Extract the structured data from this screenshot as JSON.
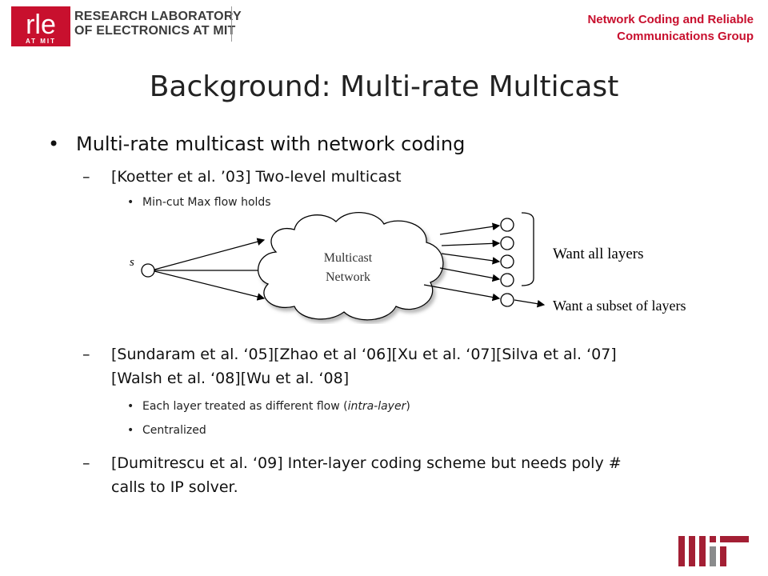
{
  "header": {
    "logo_text": "rle",
    "logo_sub": "AT MIT",
    "lab_line1": "RESEARCH LABORATORY",
    "lab_line2": "OF ELECTRONICS AT MIT",
    "group_line1": "Network Coding and Reliable",
    "group_line2": "Communications Group"
  },
  "title": "Background: Multi-rate Multicast",
  "bullet": "•",
  "dash": "–",
  "content": {
    "main": "Multi-rate multicast with network coding",
    "koetter": "[Koetter et al. ’03] Two-level multicast",
    "koetter_sub": "Min-cut Max flow holds",
    "sundaram_line1": "[Sundaram et al. ‘05][Zhao et al ‘06][Xu et al. ‘07][Silva et al. ‘07]",
    "sundaram_line2": "[Walsh et al. ‘08][Wu et al. ‘08]",
    "sub1_pre": "Each layer treated  as different  flow (",
    "sub1_italic": "intra-layer",
    "sub1_post": ")",
    "sub2": "Centralized",
    "dumitrescu_line1": "[Dumitrescu et al. ‘09] Inter-layer coding scheme but needs poly #",
    "dumitrescu_line2": "calls to IP solver."
  },
  "diagram": {
    "source_label": "s",
    "cloud_line1": "Multicast",
    "cloud_line2": "Network",
    "want_all": "Want all layers",
    "want_subset": "Want a subset of layers"
  },
  "colors": {
    "brand_red": "#c8102e",
    "mit_red": "#a31f34",
    "text_gray": "#3b3b3b"
  },
  "footer": {
    "logo": "MIT"
  }
}
